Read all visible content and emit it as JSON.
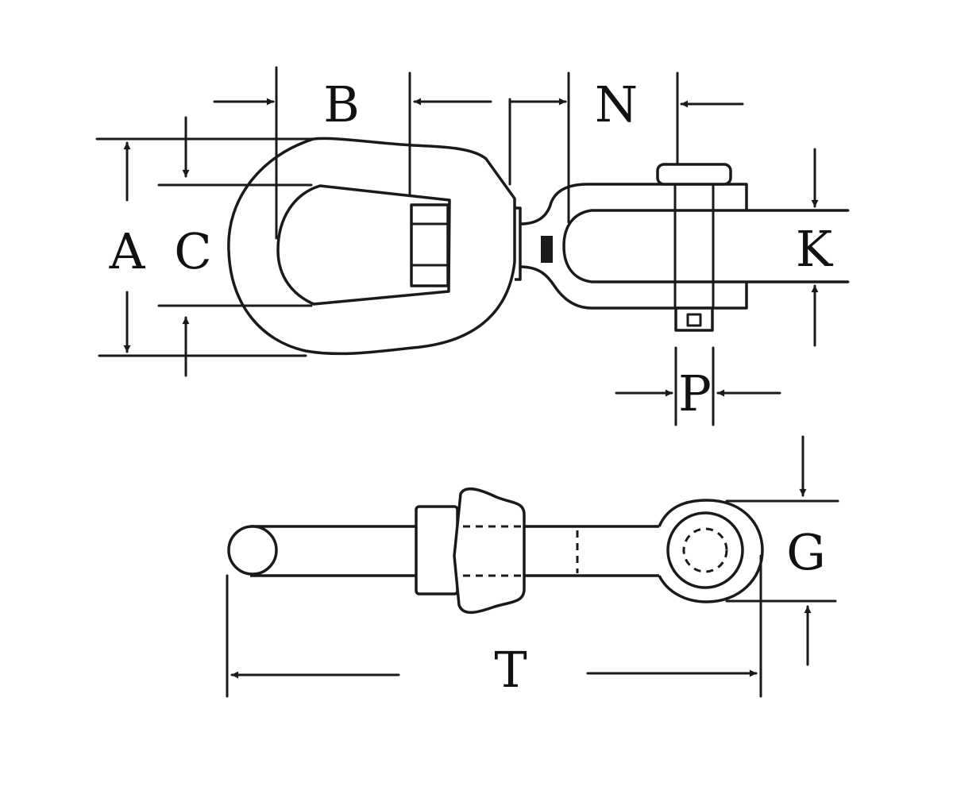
{
  "labels": {
    "A": "A",
    "B": "B",
    "C": "C",
    "N": "N",
    "K": "K",
    "P": "P",
    "G": "G",
    "T": "T"
  },
  "colors": {
    "line": "#1a1a1a",
    "background": "#ffffff"
  }
}
